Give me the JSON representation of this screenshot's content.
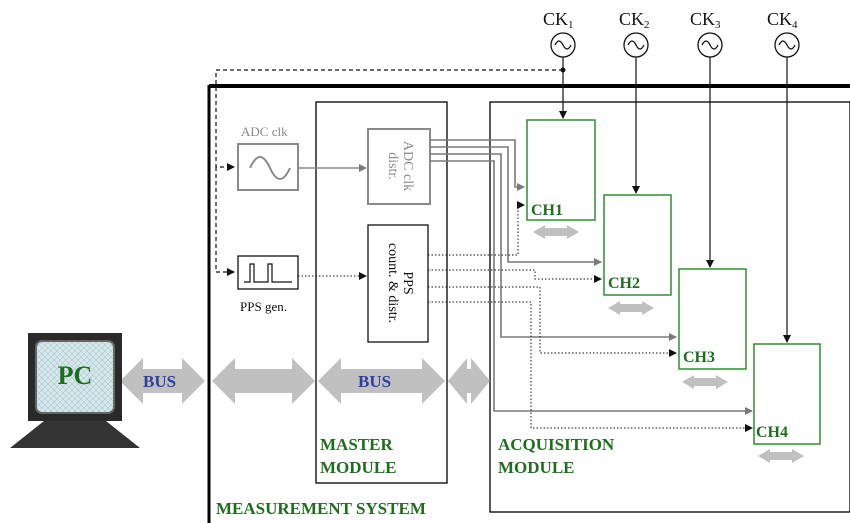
{
  "clocks": [
    {
      "label": "CK",
      "sub": "1"
    },
    {
      "label": "CK",
      "sub": "2"
    },
    {
      "label": "CK",
      "sub": "3"
    },
    {
      "label": "CK",
      "sub": "4"
    }
  ],
  "pc": {
    "label": "PC",
    "bus_label": "BUS"
  },
  "measurement_system": {
    "label": "MEASUREMENT SYSTEM"
  },
  "master_module": {
    "label_line1": "MASTER",
    "label_line2": "MODULE",
    "bus_label": "BUS",
    "adc_distr_line1": "ADC clk",
    "adc_distr_line2": "distr.",
    "pps_line1": "PPS",
    "pps_line2": "count. & distr."
  },
  "adc_clk": {
    "label": "ADC clk"
  },
  "pps_gen": {
    "label": "PPS gen."
  },
  "acquisition_module": {
    "label_line1": "ACQUISITION",
    "label_line2": "MODULE",
    "channels": [
      "CH1",
      "CH2",
      "CH3",
      "CH4"
    ]
  },
  "colors": {
    "frame": "#000000",
    "gray": "#8a8a8a",
    "arrow_gray": "#c0c0c0",
    "green_text": "#1f6e1f",
    "channel_border": "#2f8f2f",
    "bus_text": "#2f3fa0",
    "pc_screen": "#cfe3e8"
  }
}
